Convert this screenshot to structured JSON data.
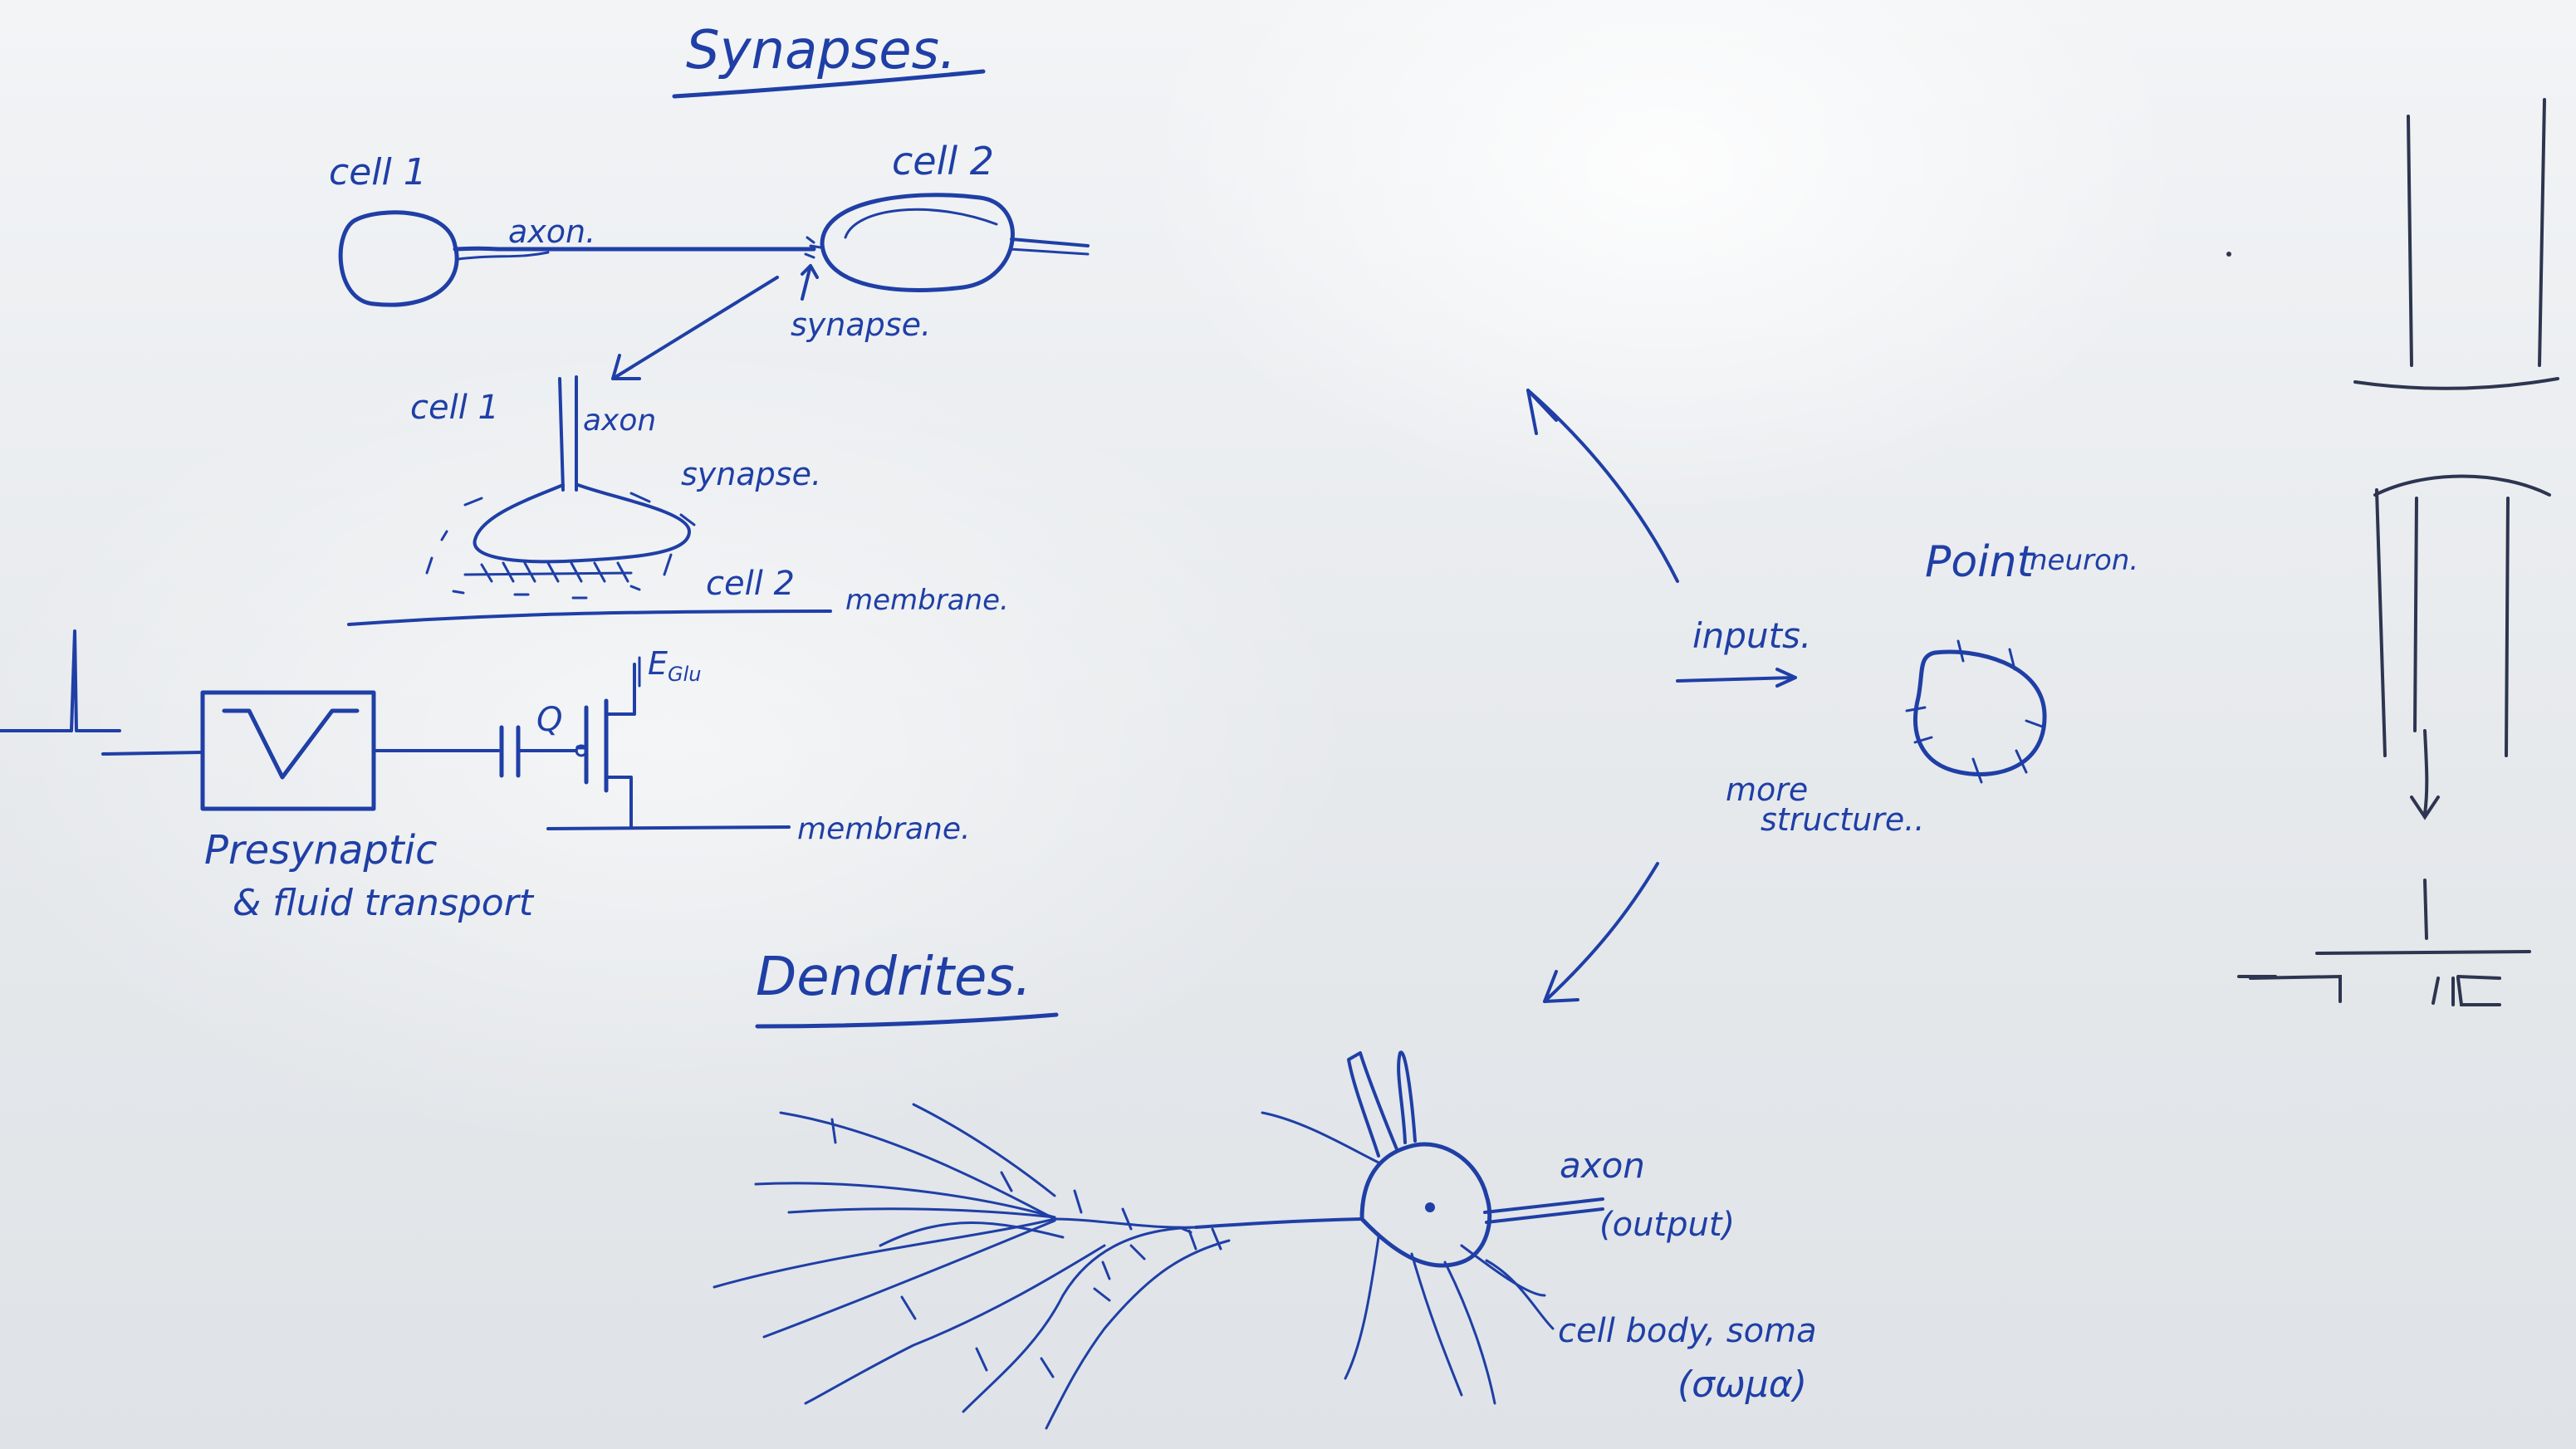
{
  "labels": {
    "synapses_title": "Synapses.",
    "cell1_top": "cell 1",
    "cell2_top": "cell 2",
    "axon_top": "axon.",
    "synapse_top": "synapse.",
    "cell1_mid": "cell 1",
    "axon_mid": "axon",
    "synapse_mid": "synapse.",
    "cell2_mid": "cell 2",
    "membrane_mid": "membrane.",
    "e_label": "E",
    "e_sub": "Glu",
    "q_label": "Q",
    "membrane_low": "membrane.",
    "presynaptic": "Presynaptic",
    "fluid": "& fluid transport",
    "dendrites_title": "Dendrites.",
    "axon_neuron": "axon",
    "output": "(output)",
    "cell_body": "cell body, soma",
    "soma_greek": "(σωμα)",
    "point": "Point",
    "neuron": "neuron.",
    "inputs": "inputs.",
    "more": "more",
    "structure": "structure.."
  }
}
